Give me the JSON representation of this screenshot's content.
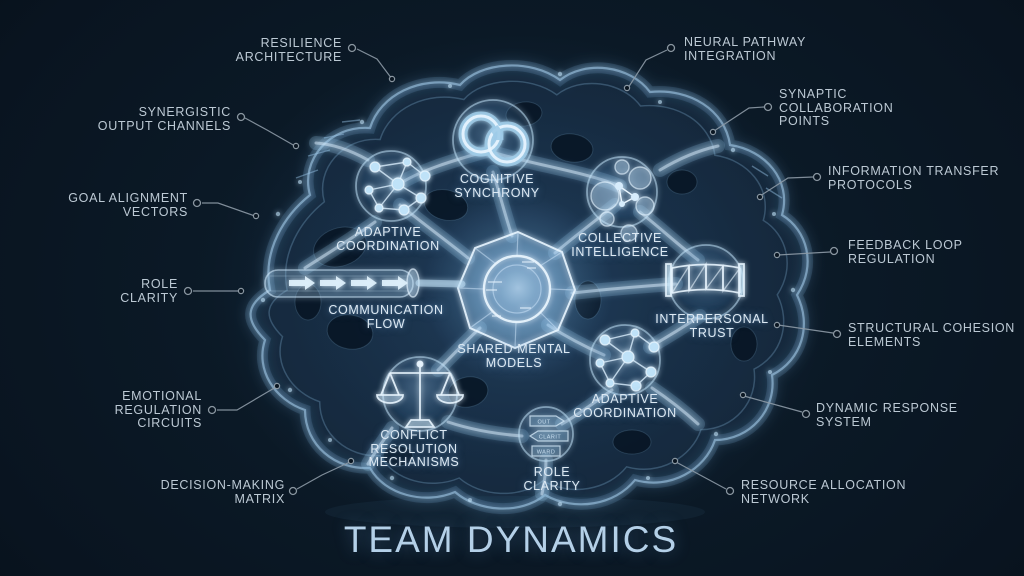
{
  "title": "TEAM DYNAMICS",
  "colors": {
    "background": "#0a1622",
    "glow_accent": "#7db8e8",
    "outer_label_text": "#bcc9d4",
    "inner_label_text": "#dde9f3",
    "title_text": "#b4d0e8",
    "callout_line": "#8d9aa6"
  },
  "callouts": {
    "left": [
      {
        "id": "resilience-architecture",
        "text": "RESILIENCE\nARCHITECTURE"
      },
      {
        "id": "synergistic-output-channels",
        "text": "SYNERGISTIC\nOUTPUT CHANNELS"
      },
      {
        "id": "goal-alignment-vectors",
        "text": "GOAL ALIGNMENT\nVECTORS"
      },
      {
        "id": "role-clarity",
        "text": "ROLE\nCLARITY"
      },
      {
        "id": "emotional-regulation-circuits",
        "text": "EMOTIONAL\nREGULATION\nCIRCUITS"
      },
      {
        "id": "decision-making-matrix",
        "text": "DECISION-MAKING\nMATRIX"
      }
    ],
    "right": [
      {
        "id": "neural-pathway-integration",
        "text": "NEURAL PATHWAY\nINTEGRATION"
      },
      {
        "id": "synaptic-collaboration-points",
        "text": "SYNAPTIC\nCOLLABORATION\nPOINTS"
      },
      {
        "id": "information-transfer-protocols",
        "text": "INFORMATION TRANSFER\nPROTOCOLS"
      },
      {
        "id": "feedback-loop-regulation",
        "text": "FEEDBACK LOOP\nREGULATION"
      },
      {
        "id": "structural-cohesion-elements",
        "text": "STRUCTURAL COHESION\nELEMENTS"
      },
      {
        "id": "dynamic-response-system",
        "text": "DYNAMIC RESPONSE\nSYSTEM"
      },
      {
        "id": "resource-allocation-network",
        "text": "RESOURCE ALLOCATION\nNETWORK"
      }
    ]
  },
  "regions": [
    {
      "id": "cognitive-synchrony",
      "text": "COGNITIVE\nSYNCHRONY",
      "icon": "interlocked-rings-icon"
    },
    {
      "id": "adaptive-coordination-left",
      "text": "ADAPTIVE\nCOORDINATION",
      "icon": "node-network-icon"
    },
    {
      "id": "collective-intelligence",
      "text": "COLLECTIVE\nINTELLIGENCE",
      "icon": "bubble-cluster-icon"
    },
    {
      "id": "communication-flow",
      "text": "COMMUNICATION\nFLOW",
      "icon": "arrow-pipe-icon"
    },
    {
      "id": "shared-mental-models",
      "text": "SHARED MENTAL\nMODELS",
      "icon": "crystal-core-icon"
    },
    {
      "id": "interpersonal-trust",
      "text": "INTERPERSONAL\nTRUST",
      "icon": "truss-bridge-icon"
    },
    {
      "id": "adaptive-coordination-right",
      "text": "ADAPTIVE\nCOORDINATION",
      "icon": "node-network-icon"
    },
    {
      "id": "conflict-resolution-mechanisms",
      "text": "CONFLICT\nRESOLUTION\nMECHANISMS",
      "icon": "balance-scales-icon"
    },
    {
      "id": "role-clarity-inner",
      "text": "ROLE\nCLARITY",
      "icon": "process-tags-icon"
    }
  ],
  "mini_tags": [
    "OUT",
    "CLARIT",
    "WARD"
  ]
}
